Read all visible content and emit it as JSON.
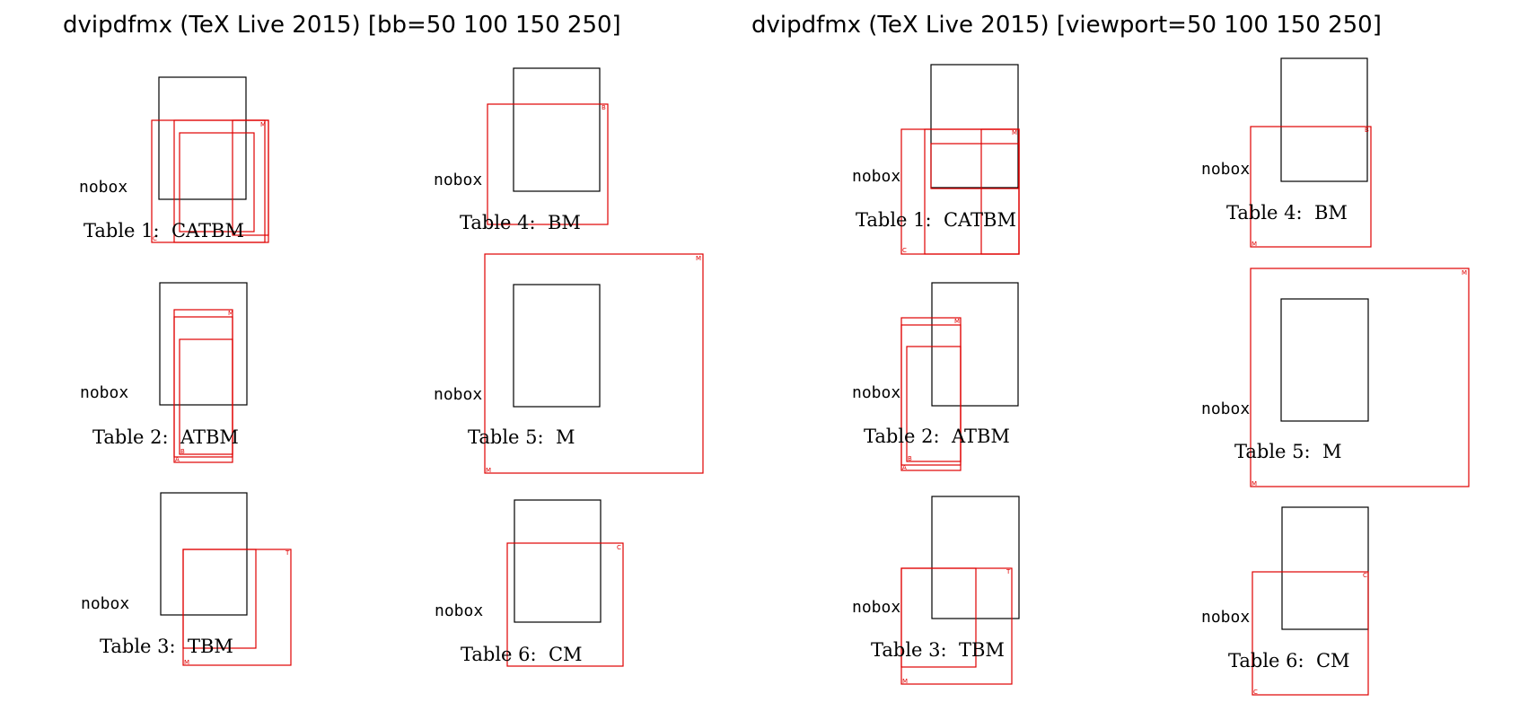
{
  "panels": [
    {
      "title": "dvipdfmx (TeX Live 2015) [bb=50 100 150 250]",
      "tables": [
        {
          "nobox": "nobox",
          "caption": "Table 1:  CATBM",
          "markers": [
            "C",
            "A",
            "T",
            "B",
            "M"
          ]
        },
        {
          "nobox": "nobox",
          "caption": "Table 2:  ATBM",
          "markers": [
            "A",
            "T",
            "B",
            "M"
          ]
        },
        {
          "nobox": "nobox",
          "caption": "Table 3:  TBM",
          "markers": [
            "T",
            "B",
            "M"
          ]
        },
        {
          "nobox": "nobox",
          "caption": "Table 4:  BM",
          "markers": [
            "B",
            "M"
          ]
        },
        {
          "nobox": "nobox",
          "caption": "Table 5:  M",
          "markers": [
            "M"
          ]
        },
        {
          "nobox": "nobox",
          "caption": "Table 6:  CM",
          "markers": [
            "C",
            "M"
          ]
        }
      ]
    },
    {
      "title": "dvipdfmx (TeX Live 2015) [viewport=50 100 150 250]",
      "tables": [
        {
          "nobox": "nobox",
          "caption": "Table 1:  CATBM",
          "markers": [
            "C",
            "A",
            "T",
            "B",
            "M"
          ]
        },
        {
          "nobox": "nobox",
          "caption": "Table 2:  ATBM",
          "markers": [
            "A",
            "T",
            "B",
            "M"
          ]
        },
        {
          "nobox": "nobox",
          "caption": "Table 3:  TBM",
          "markers": [
            "T",
            "B",
            "M"
          ]
        },
        {
          "nobox": "nobox",
          "caption": "Table 4:  BM",
          "markers": [
            "B",
            "M"
          ]
        },
        {
          "nobox": "nobox",
          "caption": "Table 5:  M",
          "markers": [
            "M"
          ]
        },
        {
          "nobox": "nobox",
          "caption": "Table 6:  CM",
          "markers": [
            "C",
            "M"
          ]
        }
      ]
    }
  ],
  "colors": {
    "frame": "#000000",
    "box": "#e00000"
  }
}
